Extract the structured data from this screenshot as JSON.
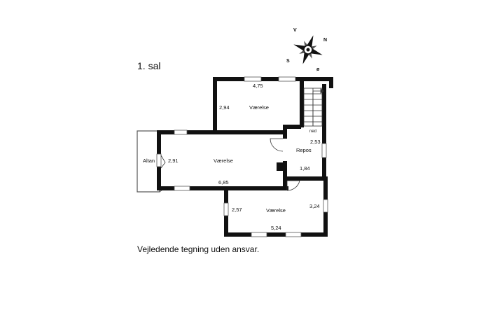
{
  "title": "1. sal",
  "disclaimer": "Vejledende tegning uden ansvar.",
  "compass": {
    "n": "N",
    "s": "S",
    "v": "V",
    "o": "ø"
  },
  "rooms": {
    "top_room": "Værelse",
    "middle_room": "Værelse",
    "bottom_room": "Værelse",
    "landing": "Repos",
    "balcony": "Altan"
  },
  "stair_label": "ned",
  "dimensions": {
    "top_width": "4,75",
    "top_depth": "2,94",
    "middle_depth": "2,91",
    "middle_width": "6,85",
    "landing_depth": "2,53",
    "landing_width": "1,84",
    "bottom_right": "3,24",
    "bottom_left": "2,57",
    "bottom_width": "5,24"
  }
}
